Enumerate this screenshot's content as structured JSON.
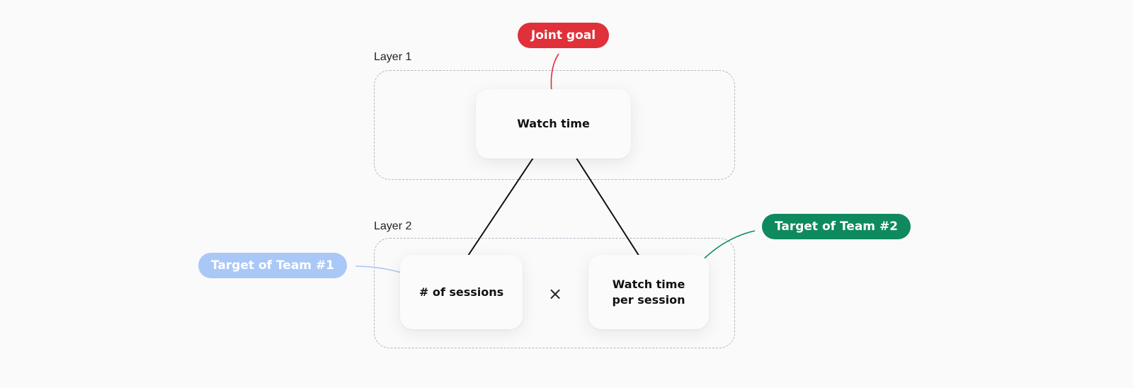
{
  "layers": {
    "layer1_label": "Layer 1",
    "layer2_label": "Layer 2"
  },
  "nodes": {
    "watch_time": "Watch time",
    "sessions": "# of sessions",
    "watch_time_per_session_line1": "Watch time",
    "watch_time_per_session_line2": "per session",
    "multiply_symbol": "×"
  },
  "tags": {
    "joint_goal": "Joint goal",
    "team1": "Target of Team #1",
    "team2": "Target of Team #2"
  },
  "colors": {
    "joint_goal": "#e0303a",
    "team1": "#a9c8f8",
    "team2": "#0e8a5e",
    "connector": "#111111",
    "dashed_border": "#b3b6c4"
  }
}
